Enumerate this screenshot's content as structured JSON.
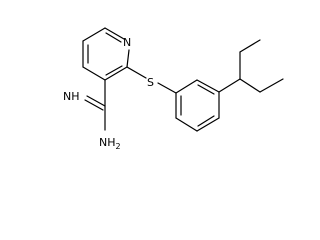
{
  "structure": {
    "atoms": {
      "pyridine_nitrogen": "N",
      "thioether_sulfur": "S",
      "imine_group": "NH",
      "amine_group": "NH",
      "amine_subscript": "2"
    },
    "colors": {
      "bond": "#000000",
      "label": "#000000",
      "background": "#ffffff"
    }
  }
}
